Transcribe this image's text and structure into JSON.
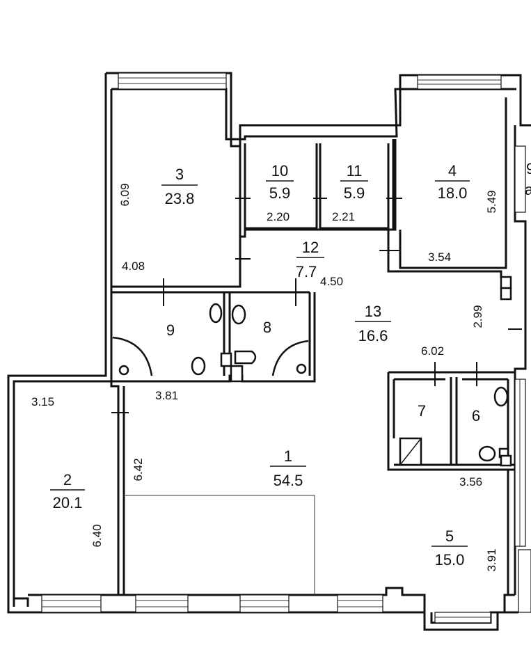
{
  "rooms": [
    {
      "id": "1",
      "area": "54.5"
    },
    {
      "id": "2",
      "area": "20.1"
    },
    {
      "id": "3",
      "area": "23.8"
    },
    {
      "id": "4",
      "area": "18.0"
    },
    {
      "id": "5",
      "area": "15.0"
    },
    {
      "id": "6",
      "area": ""
    },
    {
      "id": "7",
      "area": ""
    },
    {
      "id": "8",
      "area": ""
    },
    {
      "id": "9",
      "area": ""
    },
    {
      "id": "10",
      "area": "5.9"
    },
    {
      "id": "11",
      "area": "5.9"
    },
    {
      "id": "12",
      "area": "7.7"
    },
    {
      "id": "13",
      "area": "16.6"
    }
  ],
  "dimensions": [
    "6.09",
    "4.08",
    "2.20",
    "2.21",
    "5.49",
    "3.54",
    "4.50",
    "2.99",
    "6.02",
    "3.81",
    "3.15",
    "6.42",
    "6.40",
    "3.56",
    "3.91"
  ],
  "edge_fragment": {
    "top": "9",
    "bottom": "a"
  }
}
